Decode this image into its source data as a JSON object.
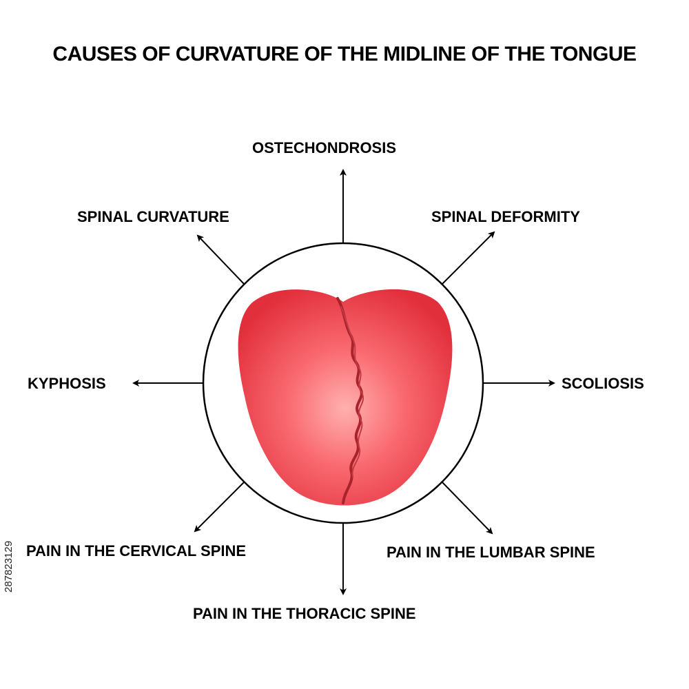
{
  "title": "CAUSES OF CURVATURE OF THE MIDLINE OF THE TONGUE",
  "causes": {
    "top": "OSTECHONDROSIS",
    "top_left": "SPINAL CURVATURE",
    "top_right": "SPINAL DEFORMITY",
    "left": "KYPHOSIS",
    "right": "SCOLIOSIS",
    "bottom_left": "PAIN IN THE CERVICAL SPINE",
    "bottom_right": "PAIN IN THE LUMBAR SPINE",
    "bottom": "PAIN IN THE THORACIC SPINE"
  },
  "image_id": "287823129",
  "colors": {
    "tongue_light": "#ff9a9a",
    "tongue_mid": "#f5525a",
    "tongue_dark": "#e22f3c",
    "crack": "#a8232b",
    "line": "#000000"
  }
}
